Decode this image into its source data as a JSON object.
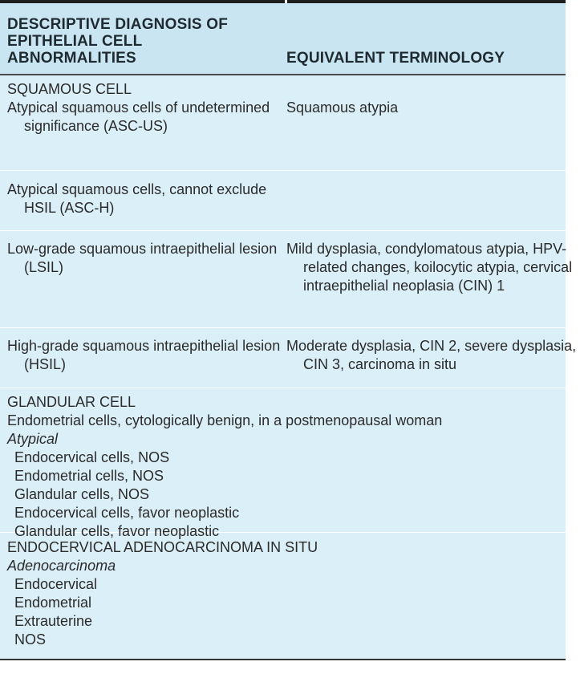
{
  "header": {
    "left": "DESCRIPTIVE DIAGNOSIS OF EPITHELIAL CELL ABNORMALITIES",
    "right": "EQUIVALENT TERMINOLOGY"
  },
  "squamous": {
    "title": "SQUAMOUS CELL",
    "rows": [
      {
        "left": "Atypical squamous cells of undetermined significance (ASC-US)",
        "right": "Squamous atypia"
      },
      {
        "left": "Atypical squamous cells, cannot exclude HSIL (ASC-H)",
        "right": ""
      },
      {
        "left": "Low-grade squamous intraepithelial lesion (LSIL)",
        "right": "Mild dysplasia, condylomatous atypia, HPV-related changes, koilocytic atypia, cervical intraepithelial neoplasia (CIN) 1"
      },
      {
        "left": "High-grade squamous intraepithelial lesion (HSIL)",
        "right": "Moderate dysplasia, CIN 2, severe dysplasia, CIN 3, carcinoma in situ"
      }
    ]
  },
  "glandular": {
    "title": "GLANDULAR CELL",
    "line1": "Endometrial cells, cytologically benign, in a postmenopausal woman",
    "subhead": "Atypical",
    "items": [
      "Endocervical cells, NOS",
      "Endometrial cells, NOS",
      "Glandular cells, NOS",
      "Endocervical cells, favor neoplastic",
      "Glandular cells, favor neoplastic"
    ]
  },
  "adeno": {
    "title": "ENDOCERVICAL ADENOCARCINOMA IN SITU",
    "subhead": "Adenocarcinoma",
    "items": [
      "Endocervical",
      "Endometrial",
      "Extrauterine",
      "NOS"
    ]
  }
}
